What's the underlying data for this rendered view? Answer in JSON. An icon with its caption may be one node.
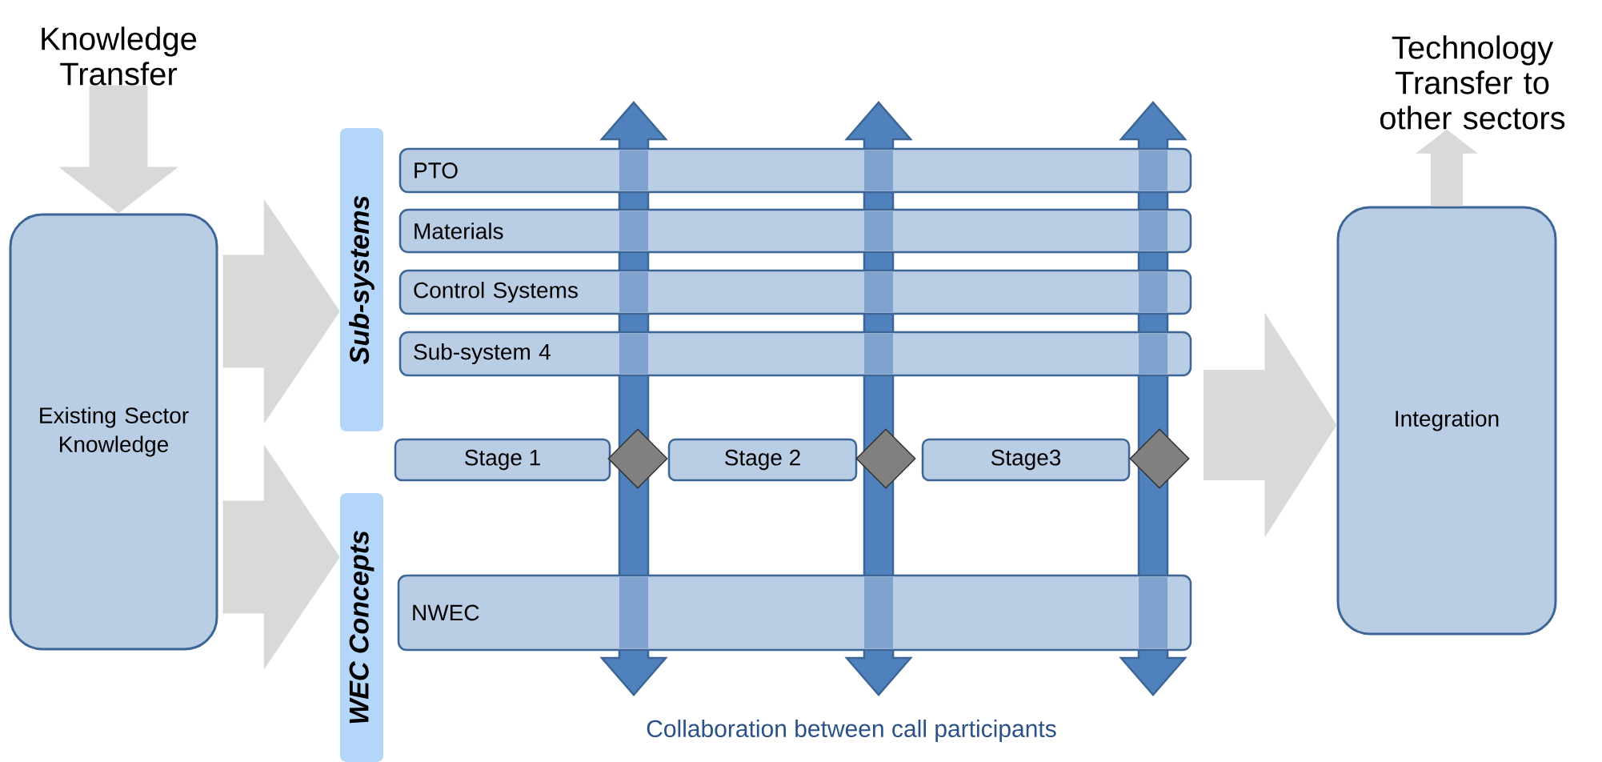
{
  "diagram": {
    "nodes": [
      {
        "text": [
          "Existing Sector Knowledge"
        ]
      },
      {
        "text": [
          "Sub-systems"
        ]
      },
      {
        "text": [
          "WEC Concepts"
        ]
      },
      {
        "text": [
          "PTO"
        ]
      },
      {
        "text": [
          "Materials"
        ]
      },
      {
        "text": [
          "Control Systems"
        ]
      },
      {
        "text": [
          "Sub-system 4"
        ]
      },
      {
        "text": [
          "Stage 1"
        ]
      },
      {
        "text": [
          "Stage 2"
        ]
      },
      {
        "text": [
          "Stage3"
        ]
      },
      {
        "text": [
          "NWEC"
        ]
      },
      {
        "text": [
          "Integration"
        ]
      },
      {
        "text": [],
        "shape": "diamond"
      },
      {
        "text": [],
        "shape": "diamond"
      },
      {
        "text": [],
        "shape": "diamond"
      },
      {
        "text": [
          "Knowledge Transfer"
        ]
      },
      {
        "text": [
          "Technology Transfer to other sectors"
        ]
      }
    ],
    "edges": [
      {
        "from": 0,
        "to": 1,
        "arrow": "to"
      },
      {
        "from": 0,
        "to": 2,
        "arrow": "to"
      },
      {
        "from": null,
        "to": 11,
        "arrow": "to"
      },
      {
        "from": 15,
        "to": 0,
        "arrow": "to"
      },
      {
        "from": 11,
        "to": 16,
        "arrow": "to"
      }
    ],
    "labels": [
      "Collaboration between call participants"
    ]
  }
}
